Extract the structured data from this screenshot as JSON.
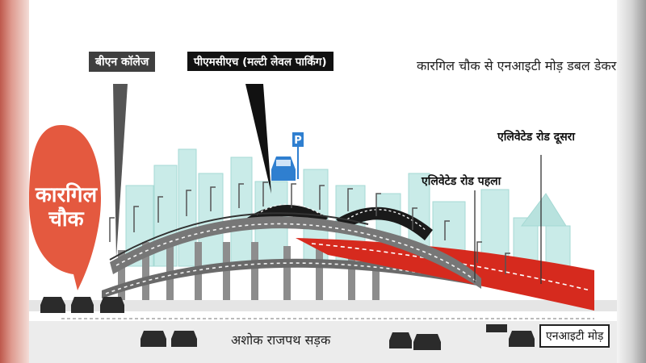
{
  "title": "कारगिल चौक से एनआइटी मोड़ डबल डेकर रोड",
  "labels": {
    "bn_college": "बीएन कॉलेज",
    "pmch_parking": "पीएमसीएच (मल्टी लेवल पार्किंग)",
    "elevated_road_first": "एलिवेटेड रोड पहला",
    "elevated_road_second": "एलिवेटेड रोड दूसरा",
    "kargil_chowk": "कारगिल चौक",
    "ashok_rajpath": "अशोक राजपथ सड़क",
    "nit_mod": "एनआइटी मोड़",
    "parking_sign": "P"
  },
  "colors": {
    "kargil_circle": "#e4593f",
    "elevated_red": "#d8231b",
    "deck_gray": "#6f6f6f",
    "deck_black": "#1a1a1a",
    "skyline_teal": "#9fd6d2",
    "parking_blue": "#2f7fd0"
  },
  "icons": [
    "car-icon",
    "parking-sign-icon",
    "street-lamp-icon",
    "bus-icon"
  ]
}
